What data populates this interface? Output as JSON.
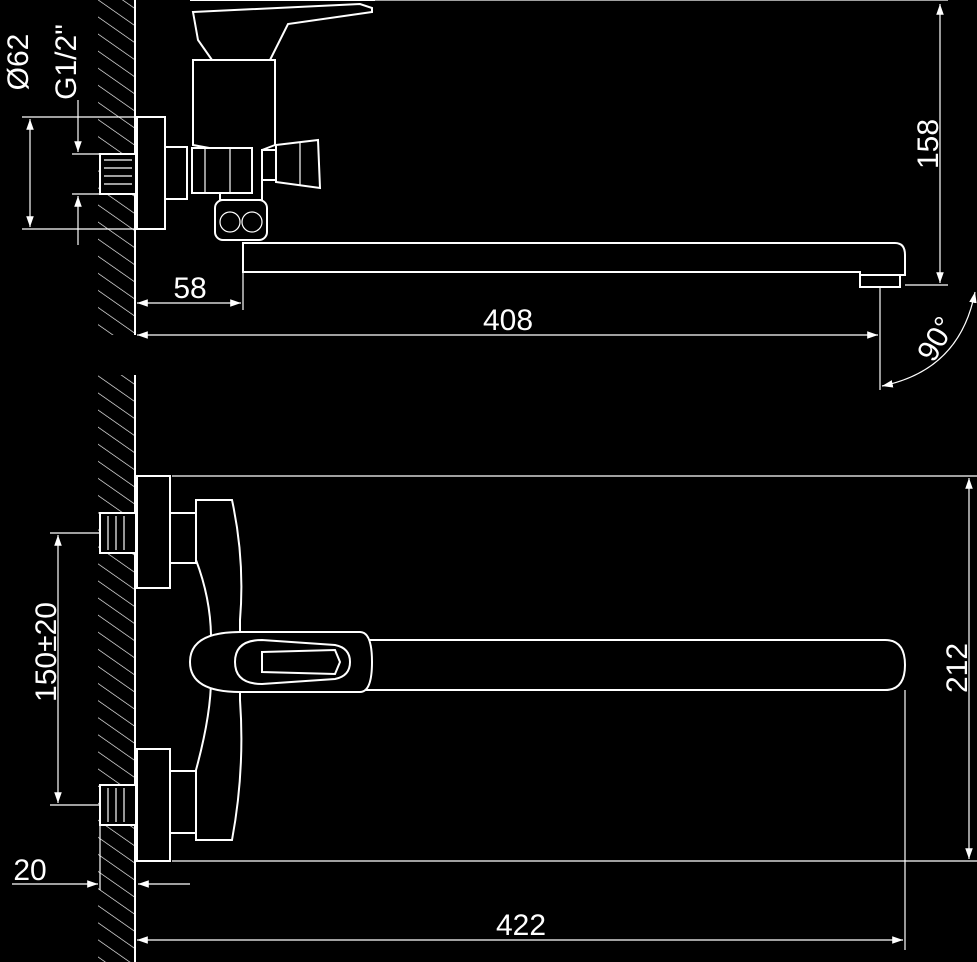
{
  "drawing": {
    "side_view": {
      "dimensions": {
        "pipe_diameter": "Ø62",
        "thread": "G1/2\"",
        "height": "158",
        "wall_offset": "58",
        "spout_length": "408",
        "swivel_angle": "90°"
      }
    },
    "front_view": {
      "dimensions": {
        "inlet_spacing": "150±20",
        "height": "212",
        "wall_gap": "20",
        "total_length": "422"
      }
    }
  }
}
